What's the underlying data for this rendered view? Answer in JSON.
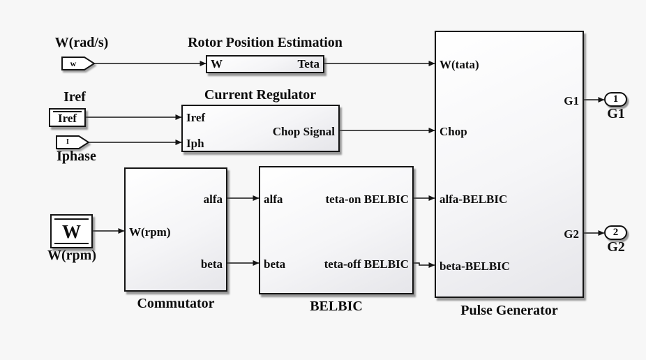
{
  "diagram": {
    "colors": {
      "background": "#f7f7f7",
      "line": "#141414",
      "block_border": "#141414"
    },
    "sources": {
      "w_rad": {
        "label": "W(rad/s)",
        "tag": "w"
      },
      "iref": {
        "label": "Iref",
        "value": "Iref"
      },
      "iphase": {
        "label": "Iphase",
        "tag": "I"
      },
      "w_rpm": {
        "label": "W(rpm)",
        "value": "W"
      }
    },
    "blocks": {
      "rotor": {
        "title": "Rotor Position Estimation",
        "port_in": "W",
        "port_out": "Teta"
      },
      "current_regulator": {
        "title": "Current Regulator",
        "port_in1": "Iref",
        "port_in2": "Iph",
        "port_out": "Chop Signal"
      },
      "commutator": {
        "title": "Commutator",
        "port_in": "W(rpm)",
        "port_out1": "alfa",
        "port_out2": "beta"
      },
      "belbic": {
        "title": "BELBIC",
        "port_in1": "alfa",
        "port_in2": "beta",
        "port_out1": "teta-on BELBIC",
        "port_out2": "teta-off BELBIC"
      },
      "pulse_generator": {
        "title": "Pulse Generator",
        "port_in1": "W(tata)",
        "port_in2": "Chop",
        "port_in3": "alfa-BELBIC",
        "port_in4": "beta-BELBIC",
        "port_out1": "G1",
        "port_out2": "G2"
      }
    },
    "outports": {
      "g1": {
        "port": "1",
        "label": "G1"
      },
      "g2": {
        "port": "2",
        "label": "G2"
      }
    }
  }
}
